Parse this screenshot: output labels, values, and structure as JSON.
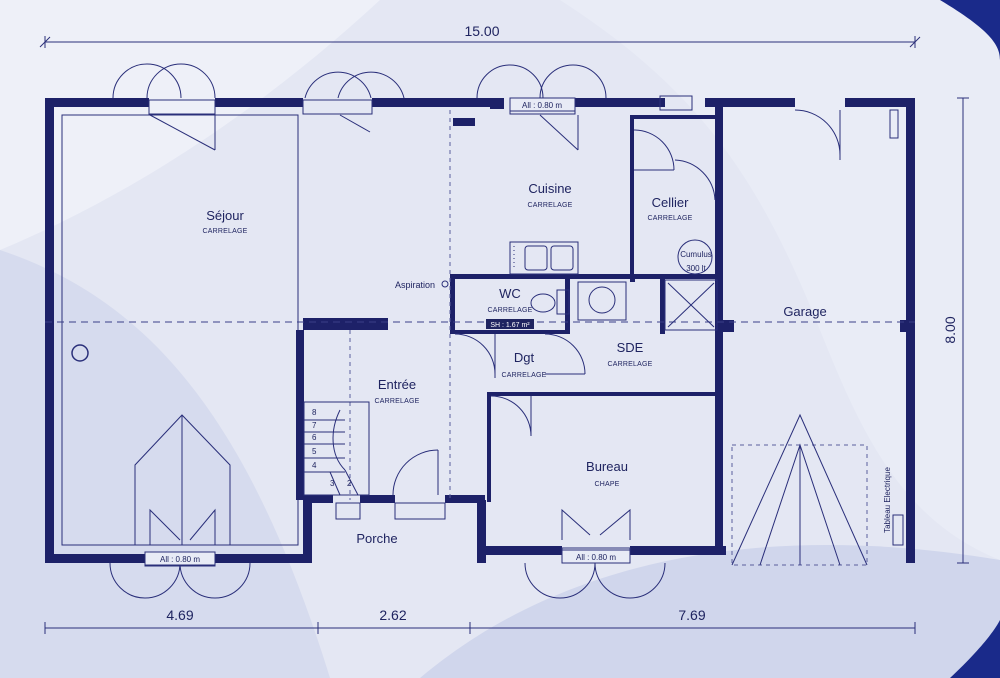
{
  "dimensions": {
    "total_width": "15.00",
    "total_depth": "8.00",
    "bottom_segments": [
      "4.69",
      "2.62",
      "7.69"
    ]
  },
  "rooms": {
    "sejour": {
      "name": "Séjour",
      "floor": "CARRELAGE"
    },
    "cuisine": {
      "name": "Cuisine",
      "floor": "CARRELAGE"
    },
    "cellier": {
      "name": "Cellier",
      "floor": "CARRELAGE"
    },
    "wc": {
      "name": "WC",
      "floor": "CARRELAGE",
      "note": "SH : 1.67 m²"
    },
    "dgt": {
      "name": "Dgt",
      "floor": "CARRELAGE"
    },
    "sde": {
      "name": "SDE",
      "floor": "CARRELAGE"
    },
    "entree": {
      "name": "Entrée",
      "floor": "CARRELAGE"
    },
    "bureau": {
      "name": "Bureau",
      "floor": "CHAPE"
    },
    "garage": {
      "name": "Garage"
    },
    "porche": {
      "name": "Porche"
    }
  },
  "equipment": {
    "aspiration": "Aspiration",
    "cumulus_name": "Cumulus",
    "cumulus_capacity": "300 lt",
    "tableau": "Tableau Electrique"
  },
  "allege_labels": {
    "top": "All : 0.80 m",
    "bottom_left": "All : 0.80 m",
    "bottom_right": "All : 0.80 m"
  },
  "stair_steps": [
    "8",
    "7",
    "6",
    "5",
    "4",
    "3",
    "2"
  ],
  "colors": {
    "line": "#1d2168",
    "text": "#1f2460",
    "accent_corner": "#1a2a8a"
  }
}
